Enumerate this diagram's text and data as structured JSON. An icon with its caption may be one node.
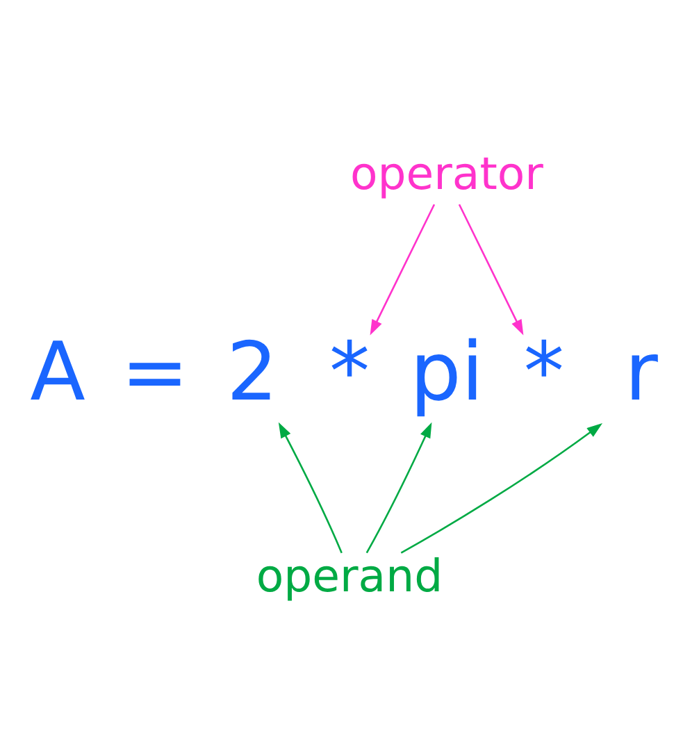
{
  "diagram": {
    "nodes": [
      {
        "text": [
          "operator"
        ]
      },
      {
        "text": [
          "2"
        ]
      },
      {
        "text": [
          "*"
        ]
      },
      {
        "text": [
          "pi"
        ]
      },
      {
        "text": [
          "*"
        ]
      },
      {
        "text": [
          "r"
        ]
      },
      {
        "text": [
          "operand"
        ]
      }
    ],
    "edges": [
      {
        "from": 0,
        "to": 2,
        "arrow": "to",
        "color": "#ff33cc"
      },
      {
        "from": 0,
        "to": 4,
        "arrow": "to",
        "color": "#ff33cc"
      },
      {
        "from": 6,
        "to": 1,
        "arrow": "to"
      },
      {
        "from": 6,
        "to": 3,
        "arrow": "to"
      },
      {
        "from": 6,
        "to": 5,
        "arrow": "to"
      }
    ],
    "labels": [
      "A",
      "="
    ]
  }
}
